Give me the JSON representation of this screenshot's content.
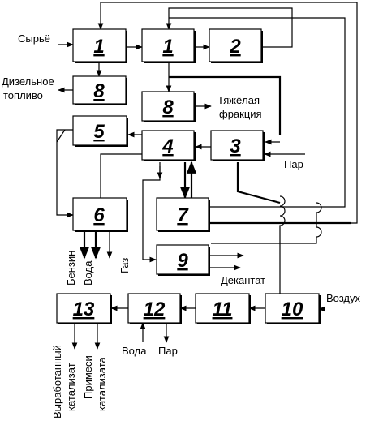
{
  "blocks": {
    "b1a": "1",
    "b1b": "1",
    "b2": "2",
    "b8a": "8",
    "b8b": "8",
    "b5": "5",
    "b4": "4",
    "b3": "3",
    "b6": "6",
    "b7": "7",
    "b9": "9",
    "b13": "13",
    "b12": "12",
    "b11": "11",
    "b10": "10"
  },
  "labels": {
    "feed": "Сырьё",
    "diesel_1": "Дизельное",
    "diesel_2": "топливо",
    "heavy_1": "Тяжёлая",
    "heavy_2": "фракция",
    "steam_top": "Пар",
    "gasoline": "Бензин",
    "water_out": "Вода",
    "gas": "Газ",
    "decantate": "Декантат",
    "air": "Воздух",
    "water_in": "Вода",
    "steam_bottom": "Пар",
    "spent_1": "Выработанный",
    "spent_2": "катализат",
    "impurities_1": "Примеси",
    "impurities_2": "катализата"
  }
}
